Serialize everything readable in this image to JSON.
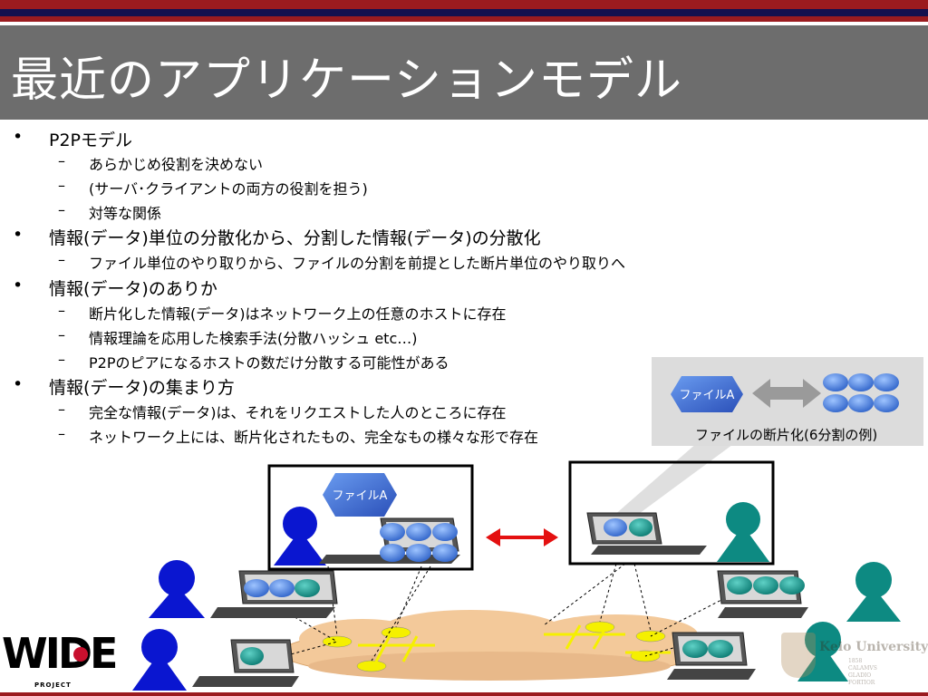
{
  "title": "最近のアプリケーションモデル",
  "bullets": [
    {
      "marker": "•",
      "text": "P2Pモデル",
      "subs": [
        {
          "marker": "–",
          "text": "あらかじめ役割を決めない"
        },
        {
          "marker": "–",
          "text": "(サーバ･クライアントの両方の役割を担う)"
        },
        {
          "marker": "–",
          "text": "対等な関係"
        }
      ]
    },
    {
      "marker": "•",
      "text": "情報(データ)単位の分散化から、分割した情報(データ)の分散化",
      "subs": [
        {
          "marker": "–",
          "text": "ファイル単位のやり取りから、ファイルの分割を前提とした断片単位のやり取りへ"
        }
      ]
    },
    {
      "marker": "•",
      "text": "情報(データ)のありか",
      "subs": [
        {
          "marker": "–",
          "text": "断片化した情報(データ)はネットワーク上の任意のホストに存在"
        },
        {
          "marker": "–",
          "text": "情報理論を応用した検索手法(分散ハッシュ etc…)"
        },
        {
          "marker": "–",
          "text": "P2Pのピアになるホストの数だけ分散する可能性がある"
        }
      ]
    },
    {
      "marker": "•",
      "text": "情報(データ)の集まり方",
      "subs": [
        {
          "marker": "–",
          "text": "完全な情報(データ)は、それをリクエストした人のところに存在"
        },
        {
          "marker": "–",
          "text": "ネットワーク上には、断片化されたもの、完全なもの様々な形で存在"
        }
      ]
    }
  ],
  "diagram": {
    "file_label": "ファイルA",
    "caption": "ファイルの断片化(6分割の例)"
  },
  "logos": {
    "wide_text": "WIDE",
    "wide_sub": "PROJECT",
    "keio_text": "Keio University",
    "keio_small": "1858\nCALAMVS\nGLADIO\nFORTIOR"
  },
  "colors": {
    "title_bg": "#6d6d6d",
    "stripe_red": "#9b1b1f",
    "stripe_navy": "#14104e",
    "person_blue": "#0a16d0",
    "person_teal": "#0d8a82",
    "cloud": "#f3c99a",
    "hexagon": "#3f6fd6",
    "arrow_red": "#e41010"
  }
}
